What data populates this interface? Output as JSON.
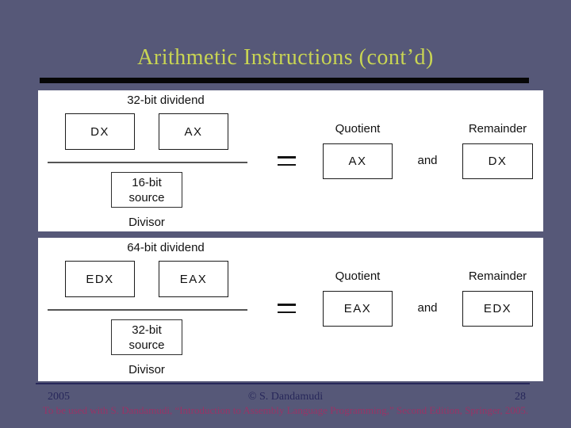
{
  "slide": {
    "title": "Arithmetic Instructions (cont’d)"
  },
  "colors": {
    "background": "#565878",
    "title": "#c9d553",
    "footer-text": "#27275a",
    "attribution": "#993366",
    "panel": "#ffffff",
    "diagram-text": "#111111"
  },
  "panels": [
    {
      "dividend_label": "32-bit dividend",
      "high_register": "DX",
      "low_register": "AX",
      "source_line1": "16-bit",
      "source_line2": "source",
      "divisor_label": "Divisor",
      "quotient_label": "Quotient",
      "quotient_register": "AX",
      "and_label": "and",
      "remainder_label": "Remainder",
      "remainder_register": "DX"
    },
    {
      "dividend_label": "64-bit dividend",
      "high_register": "EDX",
      "low_register": "EAX",
      "source_line1": "32-bit",
      "source_line2": "source",
      "divisor_label": "Divisor",
      "quotient_label": "Quotient",
      "quotient_register": "EAX",
      "and_label": "and",
      "remainder_label": "Remainder",
      "remainder_register": "EDX"
    }
  ],
  "footer": {
    "year": "2005",
    "copyright": "© S. Dandamudi",
    "page_number": "28",
    "attribution": "To be used with S. Dandamudi, “Introduction to Assembly Language Programming,” Second Edition, Springer, 2005."
  }
}
